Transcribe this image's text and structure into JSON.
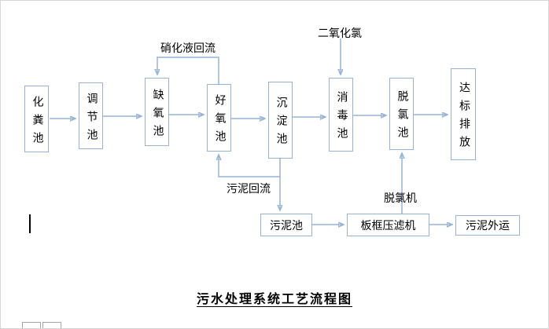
{
  "title": "污水处理系统工艺流程图",
  "main_flow": [
    {
      "label": "化粪池"
    },
    {
      "label": "调节池"
    },
    {
      "label": "缺氧池"
    },
    {
      "label": "好氧池"
    },
    {
      "label": "沉淀池"
    },
    {
      "label": "消毒池"
    },
    {
      "label": "脱氯池"
    },
    {
      "label": "达标排放"
    }
  ],
  "sludge_flow": [
    {
      "label": "污泥池"
    },
    {
      "label": "板框压滤机"
    },
    {
      "label": "污泥外运"
    }
  ],
  "annotations": {
    "nitrification_reflux": "硝化液回流",
    "chlorine_dioxide": "二氧化氯",
    "sludge_reflux": "污泥回流",
    "dechlorinator": "脱氯机"
  },
  "colors": {
    "line": "#95b3d7",
    "text": "#000000"
  }
}
